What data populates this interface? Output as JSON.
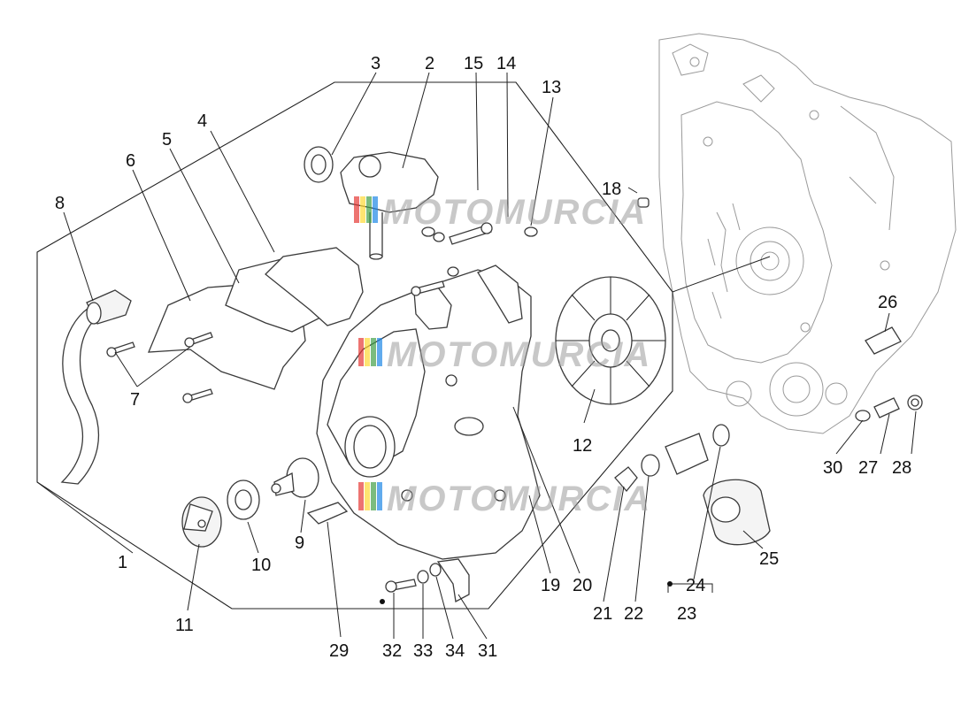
{
  "watermark": {
    "text": "MOTOMURCIA",
    "colors": [
      "#e53935",
      "#fdd835",
      "#43a047",
      "#1e88e5"
    ]
  },
  "callouts": [
    {
      "id": "1",
      "label": "1"
    },
    {
      "id": "2",
      "label": "2"
    },
    {
      "id": "3",
      "label": "3"
    },
    {
      "id": "4",
      "label": "4"
    },
    {
      "id": "5",
      "label": "5"
    },
    {
      "id": "6",
      "label": "6"
    },
    {
      "id": "7",
      "label": "7"
    },
    {
      "id": "8",
      "label": "8"
    },
    {
      "id": "9",
      "label": "9"
    },
    {
      "id": "10",
      "label": "10"
    },
    {
      "id": "11",
      "label": "11"
    },
    {
      "id": "12",
      "label": "12"
    },
    {
      "id": "13",
      "label": "13"
    },
    {
      "id": "14",
      "label": "14"
    },
    {
      "id": "15",
      "label": "15"
    },
    {
      "id": "18",
      "label": "18"
    },
    {
      "id": "19",
      "label": "19"
    },
    {
      "id": "20",
      "label": "20"
    },
    {
      "id": "21",
      "label": "21"
    },
    {
      "id": "22",
      "label": "22"
    },
    {
      "id": "23",
      "label": "23"
    },
    {
      "id": "24",
      "label": "24"
    },
    {
      "id": "25",
      "label": "25"
    },
    {
      "id": "26",
      "label": "26"
    },
    {
      "id": "27",
      "label": "27"
    },
    {
      "id": "28",
      "label": "28"
    },
    {
      "id": "29",
      "label": "29"
    },
    {
      "id": "30",
      "label": "30"
    },
    {
      "id": "31",
      "label": "31"
    },
    {
      "id": "32",
      "label": "32"
    },
    {
      "id": "33",
      "label": "33"
    },
    {
      "id": "34",
      "label": "34"
    }
  ]
}
